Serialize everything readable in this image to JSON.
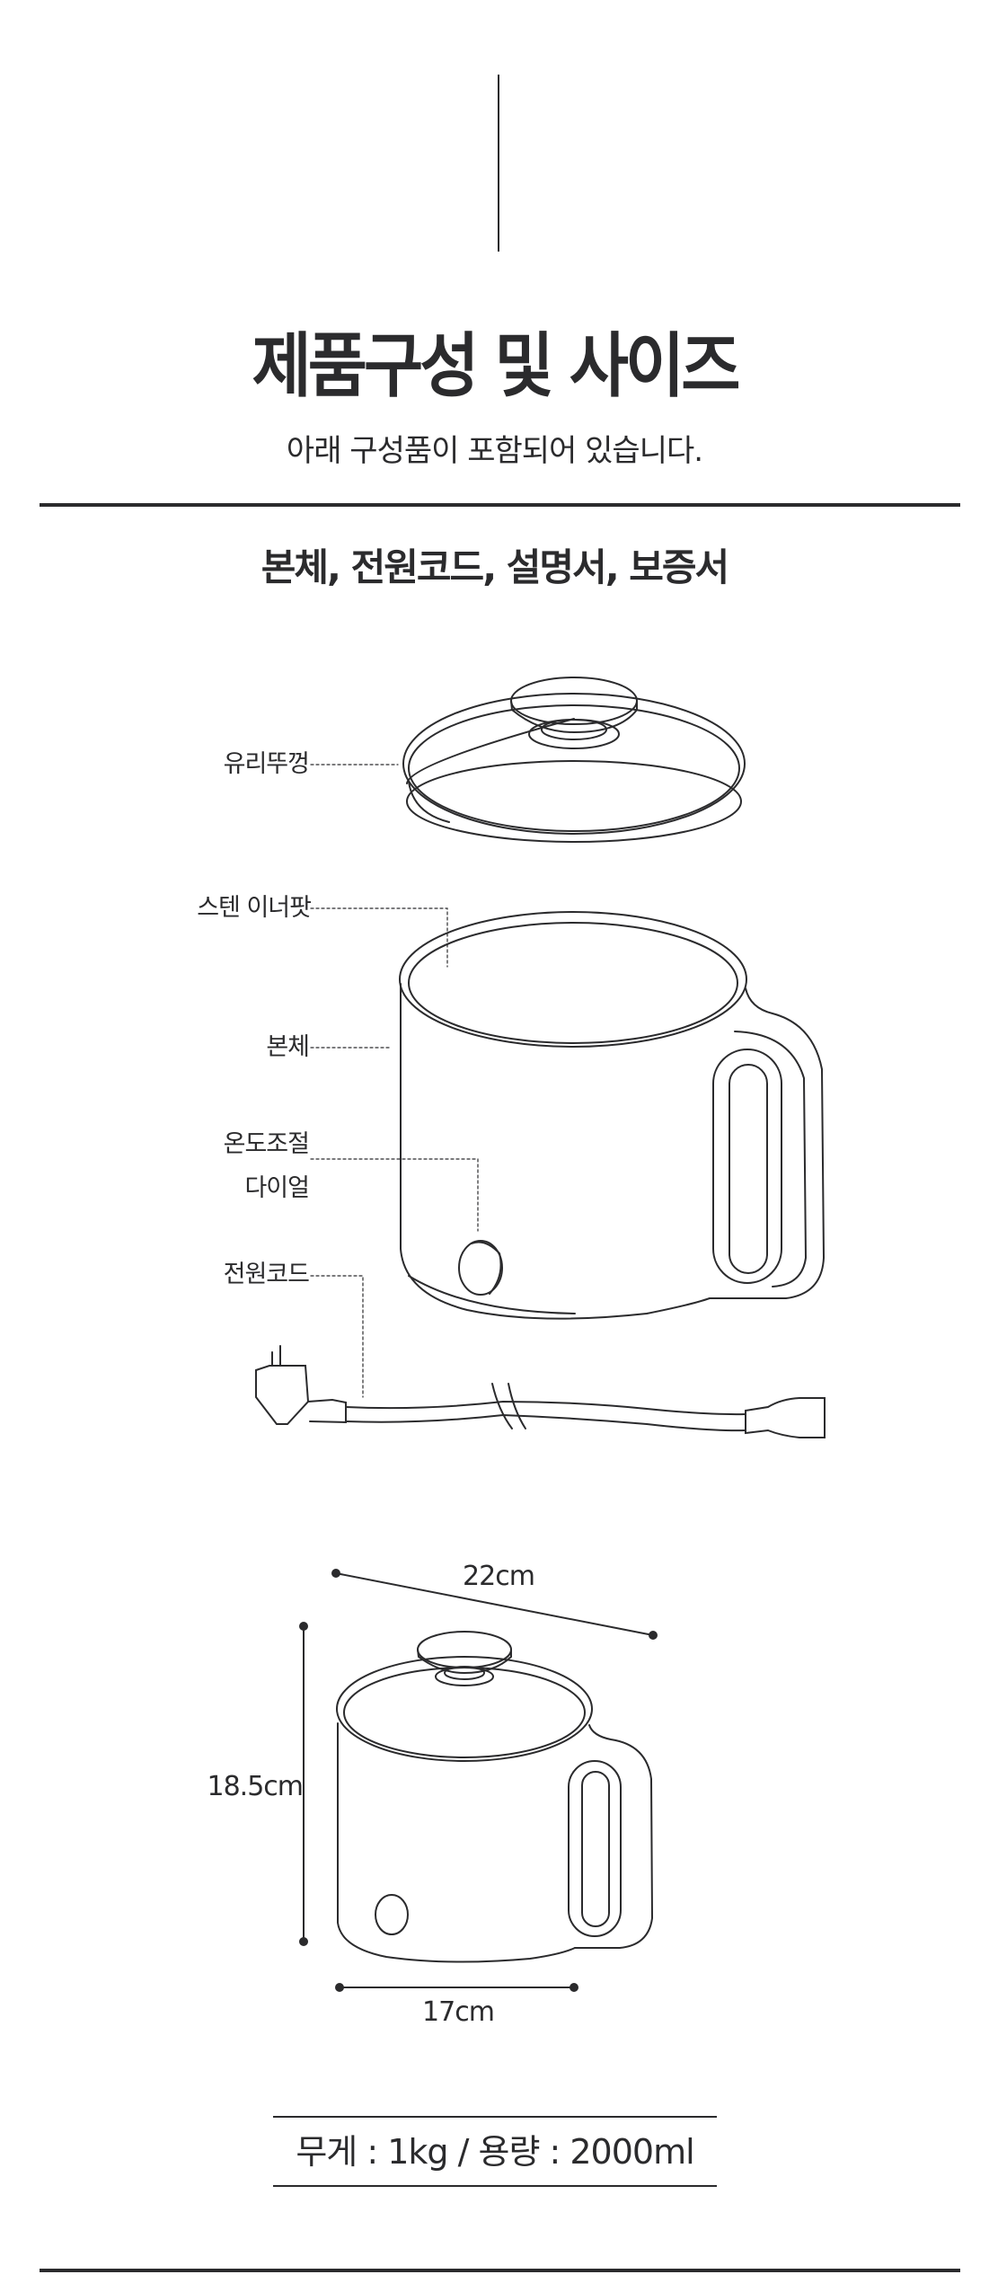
{
  "header": {
    "title": "제품구성 및 사이즈",
    "subtitle": "아래 구성품이 포함되어 있습니다."
  },
  "components_line": "본체, 전원코드, 설명서, 보증서",
  "parts": {
    "glass_lid": "유리뚜껑",
    "inner_pot": "스텐 이너팟",
    "body": "본체",
    "dial_line1": "온도조절",
    "dial_line2": "다이얼",
    "power_cord": "전원코드"
  },
  "dimensions": {
    "depth": "22cm",
    "height": "18.5cm",
    "width": "17cm"
  },
  "specs": {
    "text": "무게 : 1kg  /  용량 : 2000ml",
    "weight": "1kg",
    "capacity": "2000ml"
  },
  "colors": {
    "ink": "#2b2b2d",
    "background": "#ffffff"
  }
}
